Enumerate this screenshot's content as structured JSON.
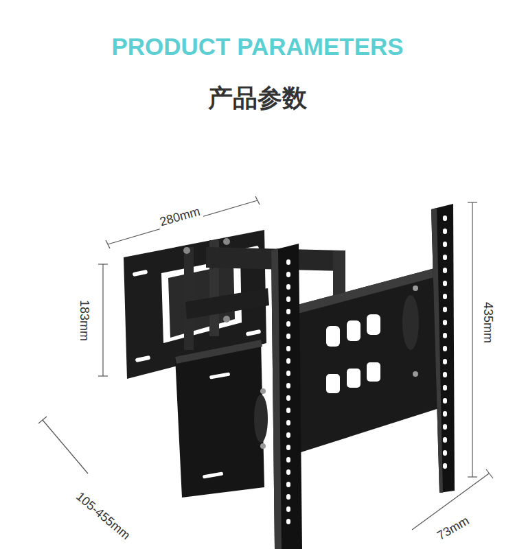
{
  "diagram": {
    "title": "PRODUCT PARAMETERS",
    "labels": [
      "产品参数",
      "280mm",
      "183mm",
      "435mm",
      "105-455mm",
      "73mm"
    ]
  }
}
